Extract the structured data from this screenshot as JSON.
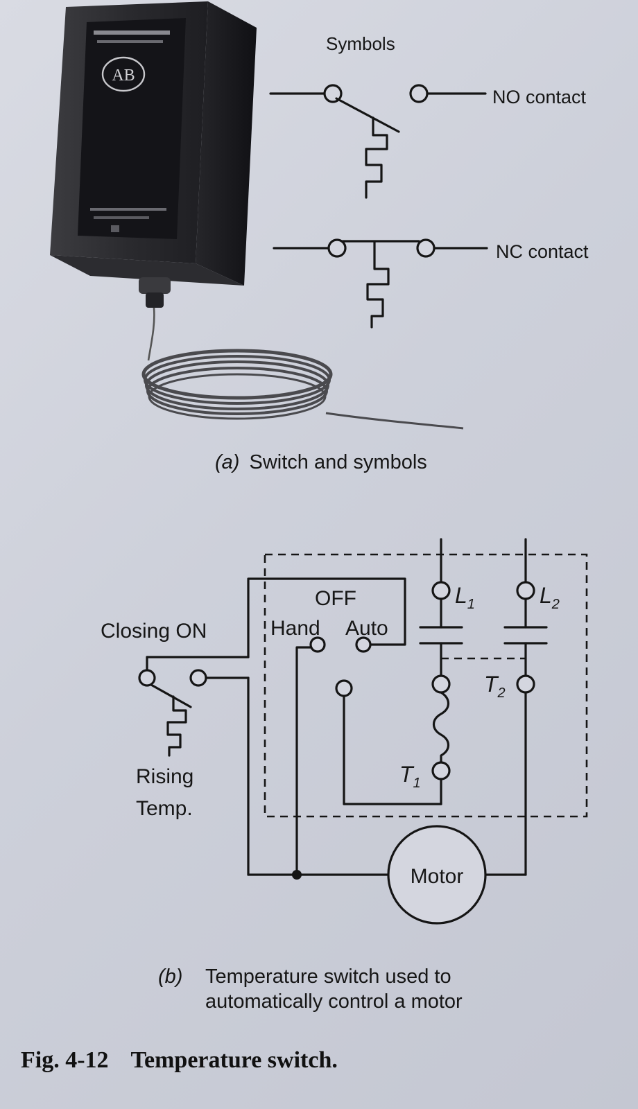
{
  "panel_a": {
    "symbols_heading": "Symbols",
    "no_contact_label": "NO contact",
    "nc_contact_label": "NC contact",
    "caption_letter": "(a)",
    "caption_text": "Switch and symbols",
    "device_photo": {
      "logo_text": "AB"
    }
  },
  "panel_b": {
    "closing_on_label": "Closing ON",
    "rising_label": "Rising",
    "temp_label": "Temp.",
    "off_label": "OFF",
    "hand_label": "Hand",
    "auto_label": "Auto",
    "l1_label": "L",
    "l1_sub": "1",
    "l2_label": "L",
    "l2_sub": "2",
    "t1_label": "T",
    "t1_sub": "1",
    "t2_label": "T",
    "t2_sub": "2",
    "motor_label": "Motor",
    "caption_letter": "(b)",
    "caption_line1": "Temperature switch used to",
    "caption_line2": "automatically control a motor"
  },
  "figure": {
    "number": "Fig. 4-12",
    "title": "Temperature switch."
  }
}
